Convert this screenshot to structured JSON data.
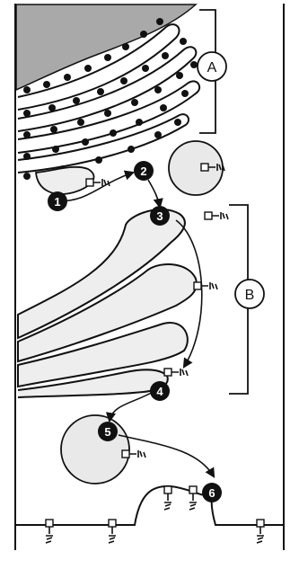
{
  "diagram": {
    "region_labels": [
      {
        "id": "A",
        "text": "A"
      },
      {
        "id": "B",
        "text": "B"
      }
    ],
    "step_labels": [
      {
        "id": "1",
        "text": "1"
      },
      {
        "id": "2",
        "text": "2"
      },
      {
        "id": "3",
        "text": "3"
      },
      {
        "id": "4",
        "text": "4"
      },
      {
        "id": "5",
        "text": "5"
      },
      {
        "id": "6",
        "text": "6"
      }
    ],
    "colors": {
      "ink": "#111111",
      "nucleus_fill": "#a9a9a9",
      "membrane_fill": "#eeeeee",
      "vesicle_fill": "#e9e9e9",
      "paper": "#ffffff"
    }
  }
}
